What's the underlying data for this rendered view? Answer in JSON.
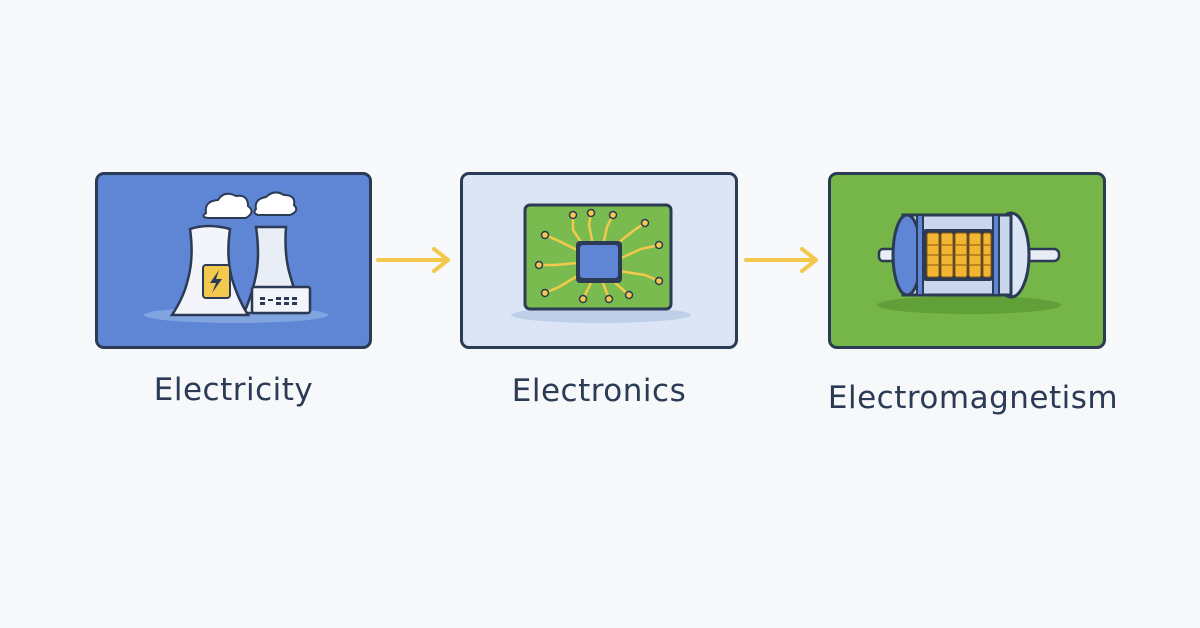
{
  "diagram": {
    "steps": [
      {
        "label": "Electricity",
        "icon": "power-plant-icon",
        "card_color": "#5f86d4"
      },
      {
        "label": "Electronics",
        "icon": "circuit-chip-icon",
        "card_color": "#dbe5f6"
      },
      {
        "label": "Electromagnetism",
        "icon": "electric-motor-icon",
        "card_color": "#76b547"
      }
    ],
    "colors": {
      "outline": "#2b3a55",
      "arrow": "#f2c94c",
      "text": "#2b3a55",
      "background": "#f7f8fa"
    }
  }
}
